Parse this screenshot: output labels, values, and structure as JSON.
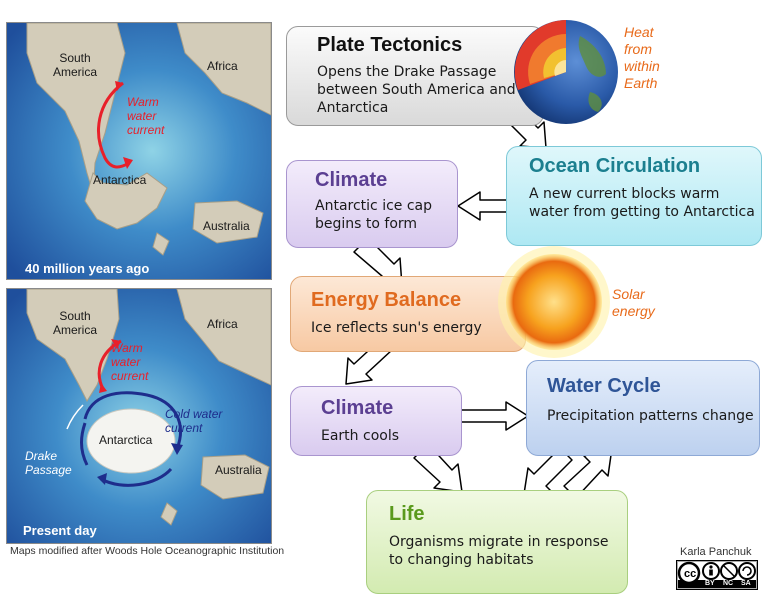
{
  "maps": {
    "top": {
      "caption": "40 million years ago",
      "labels": {
        "south_america": "South\nAmerica",
        "africa": "Africa",
        "antarctica": "Antarctica",
        "australia": "Australia"
      },
      "warm_current": "Warm\nwater\ncurrent"
    },
    "bottom": {
      "caption": "Present day",
      "labels": {
        "south_america": "South\nAmerica",
        "africa": "Africa",
        "antarctica": "Antarctica",
        "australia": "Australia"
      },
      "warm_current": "Warm\nwater\ncurrent",
      "cold_current": "Cold water\ncurrent",
      "drake_passage": "Drake\nPassage"
    },
    "credit": "Maps modified after Woods Hole Oceanographic Institution"
  },
  "boxes": {
    "plate": {
      "title": "Plate Tectonics",
      "body": "Opens the Drake Passage between South America and Antarctica"
    },
    "ocean": {
      "title": "Ocean Circulation",
      "body": "A new current blocks warm water from getting to Antarctica"
    },
    "climate1": {
      "title": "Climate",
      "body": "Antarctic ice cap begins to form"
    },
    "energy": {
      "title": "Energy Balance",
      "body": "Ice reflects sun's energy"
    },
    "climate2": {
      "title": "Climate",
      "body": "Earth cools"
    },
    "water": {
      "title": "Water Cycle",
      "body": "Precipitation patterns change"
    },
    "life": {
      "title": "Life",
      "body": "Organisms migrate in response to changing habitats"
    }
  },
  "side_labels": {
    "heat": "Heat\nfrom\nwithin\nEarth",
    "solar": "Solar\nenergy"
  },
  "author": "Karla Panchuk",
  "license": {
    "cc": "cc",
    "by": "BY",
    "nc": "NC",
    "sa": "SA"
  },
  "colors": {
    "ocean_map": "#3a6fb5",
    "warm_arrow": "#e8202a",
    "cold_arrow": "#1e2d8c",
    "solar_label": "#e86a1a"
  }
}
